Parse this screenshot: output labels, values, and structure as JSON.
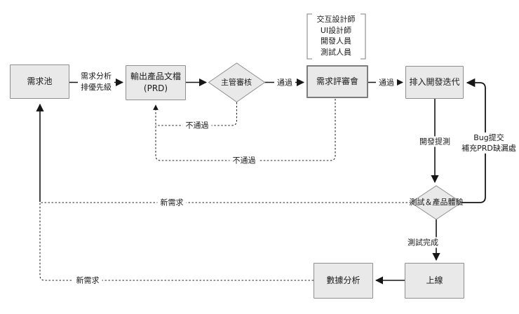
{
  "diagram": {
    "nodes": {
      "requirement_pool": "需求池",
      "prd_output_line1": "輸出產品文檔",
      "prd_output_line2": "(PRD)",
      "supervisor_review": "主管審核",
      "requirement_review_meeting": "需求評審會",
      "dev_iteration": "排入開發迭代",
      "test_product_experience": "測試＆產品體驗",
      "go_live": "上線",
      "data_analysis": "數據分析"
    },
    "edge_labels": {
      "analysis_line1": "需求分析",
      "analysis_line2": "排優先級",
      "pass_supervisor": "通過",
      "pass_review": "通過",
      "fail_supervisor": "不通過",
      "fail_review": "不通過",
      "dev_submit_test": "開發提測",
      "bug_line1": "Bug提交",
      "bug_line2": "補充PRD缺漏處",
      "test_complete": "測試完成",
      "new_requirement_from_test": "新需求",
      "new_requirement_from_analysis": "新需求"
    },
    "team_roles": [
      "交互設計師",
      "UI設計師",
      "開發人員",
      "測試人員"
    ],
    "colors": {
      "node_fill": "#e9e9e9",
      "node_border": "#8f8f8f",
      "line": "#161616",
      "bracket": "#9a9a9a"
    }
  }
}
